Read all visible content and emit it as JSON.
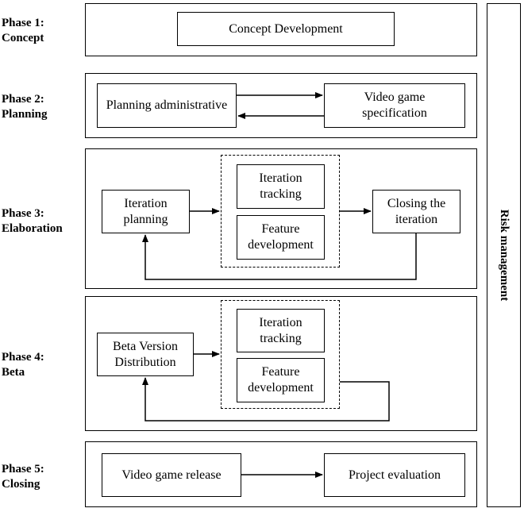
{
  "phases": [
    {
      "label_line1": "Phase 1:",
      "label_line2": "Concept",
      "boxes": [
        "Concept Development"
      ]
    },
    {
      "label_line1": "Phase 2:",
      "label_line2": "Planning",
      "boxes": [
        "Planning administrative",
        "Video game specification"
      ]
    },
    {
      "label_line1": "Phase 3:",
      "label_line2": "Elaboration",
      "boxes": [
        "Iteration planning",
        "Iteration tracking",
        "Feature development",
        "Closing the iteration"
      ]
    },
    {
      "label_line1": "Phase 4:",
      "label_line2": "Beta",
      "boxes": [
        "Beta Version Distribution",
        "Iteration tracking",
        "Feature development"
      ]
    },
    {
      "label_line1": "Phase 5:",
      "label_line2": "Closing",
      "boxes": [
        "Video game release",
        "Project evaluation"
      ]
    }
  ],
  "side_bar": {
    "label": "Risk management"
  }
}
